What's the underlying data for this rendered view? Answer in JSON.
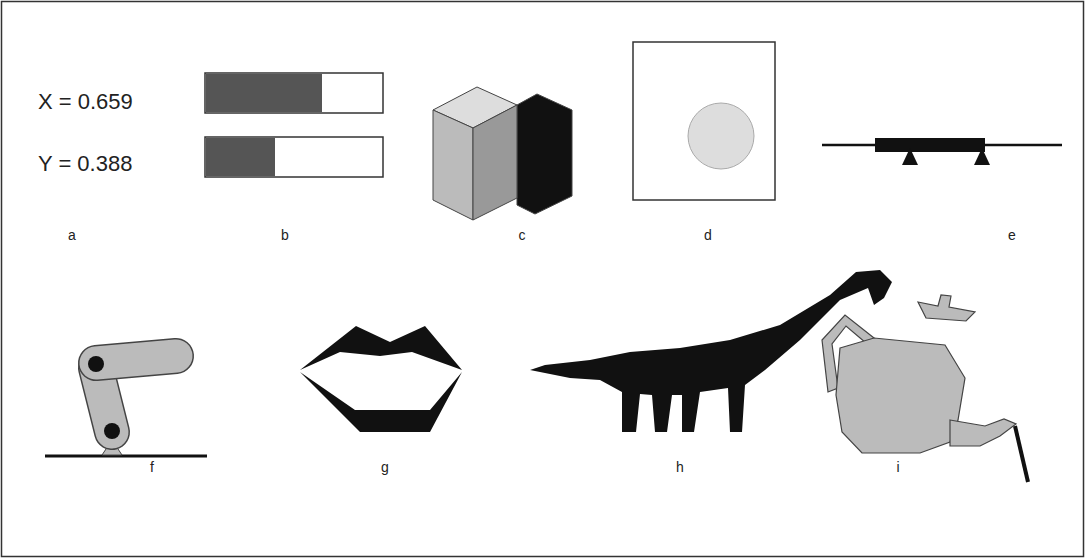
{
  "diagram": {
    "labels": [
      "X = 0.659",
      "Y = 0.388",
      "a",
      "b",
      "c",
      "d",
      "e",
      "f",
      "g",
      "h",
      "i"
    ]
  }
}
